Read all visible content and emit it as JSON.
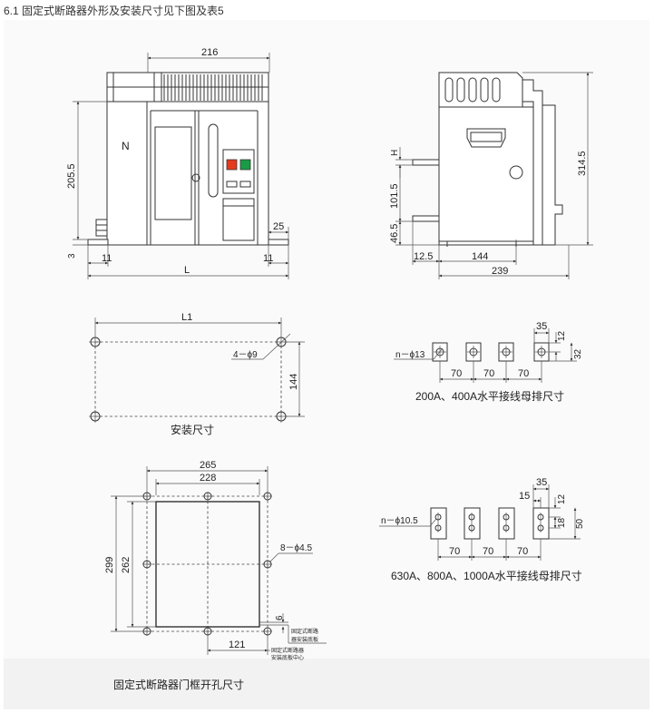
{
  "heading": "6.1 固定式断路器外形及安装尺寸见下图及表5",
  "front_view": {
    "letter": "N",
    "dims": {
      "width": "216",
      "height": "205.5",
      "base": "3",
      "left_margin": "11",
      "right_margin": "11",
      "total": "L",
      "foot": "25"
    },
    "colors": {
      "red_button": "#e53a1e",
      "green_button": "#1a9c46"
    }
  },
  "side_view": {
    "dims": {
      "h": "H",
      "v1": "101.5",
      "v2": "46.5",
      "total_h": "314.5",
      "left": "12.5",
      "mid": "144",
      "total_w": "239"
    }
  },
  "mounting": {
    "caption": "安装尺寸",
    "dims": {
      "l1": "L1",
      "holes": "4－ϕ9",
      "h": "144"
    }
  },
  "busbar_small": {
    "caption": "200A、400A水平接线母排尺寸",
    "hole": "n－ϕ13",
    "dims": {
      "pitch1": "70",
      "pitch2": "70",
      "pitch3": "70",
      "w": "35",
      "h1": "12",
      "h2": "32"
    }
  },
  "busbar_large": {
    "caption": "630A、800A、1000A水平接线母排尺寸",
    "hole": "n－ϕ10.5",
    "dims": {
      "pitch1": "70",
      "pitch2": "70",
      "pitch3": "70",
      "w": "35",
      "w2": "15",
      "h1": "12",
      "h2": "18",
      "h3": "50"
    }
  },
  "door_cutout": {
    "caption": "固定式断路器门框开孔尺寸",
    "holes": "8－ϕ4.5",
    "dims": {
      "w_outer": "265",
      "w_inner": "228",
      "h_outer": "299",
      "h_inner": "262",
      "offset": "121",
      "six": "6"
    },
    "note1_a": "固定式断路",
    "note1_b": "器安装底板",
    "note2_a": "固定式断路器",
    "note2_b": "安装底板中心"
  }
}
